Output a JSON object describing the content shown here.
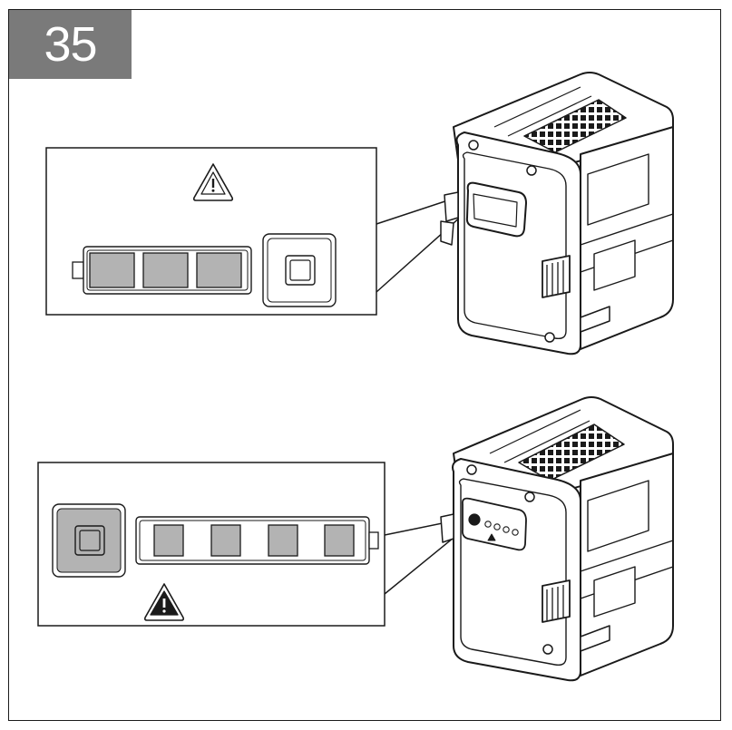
{
  "step": {
    "number": "35"
  },
  "colors": {
    "badge_bg": "#7a7a7a",
    "led_fill": "#b3b3b3",
    "line": "#1a1a1a"
  },
  "panels": [
    {
      "id": "top",
      "warning_icon": "warning-triangle-outline-icon",
      "indicator_leds": 3,
      "leds_lit": 3,
      "button_active": false
    },
    {
      "id": "bottom",
      "warning_icon": "warning-triangle-filled-icon",
      "indicator_leds": 4,
      "leds_lit": 4,
      "button_active": true
    }
  ]
}
